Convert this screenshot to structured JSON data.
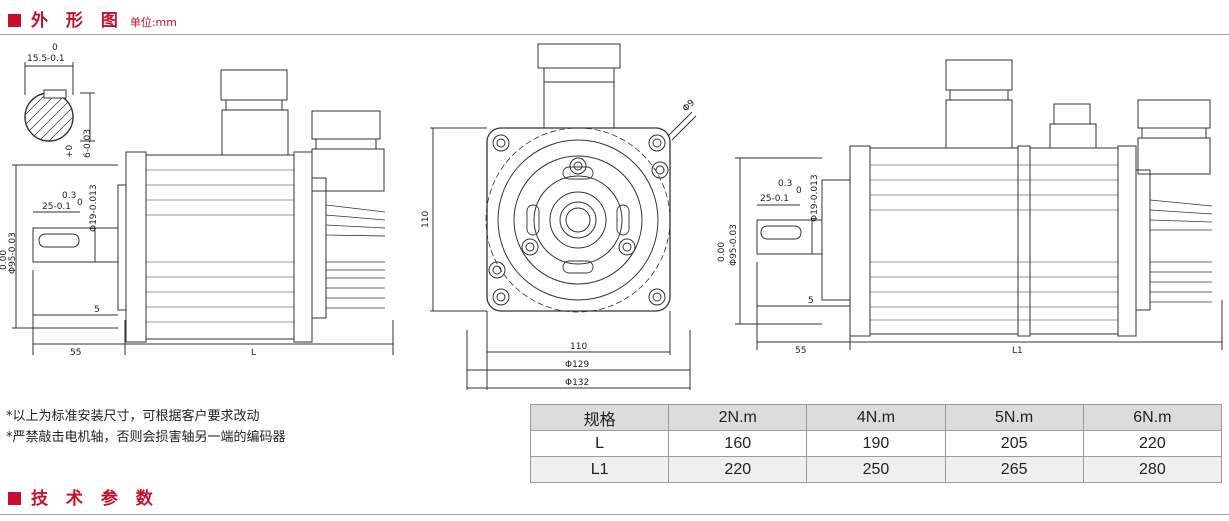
{
  "section1": {
    "title": "外 形 图",
    "unit": "单位:mm"
  },
  "section2": {
    "title": "技 术 参 数"
  },
  "notes": [
    "*以上为标准安装尺寸，可根据客户要求改动",
    "*严禁敲击电机轴，否则会损害轴另一端的编码器"
  ],
  "dims": {
    "shaft_top": "0",
    "key_width": "15.5-0.1",
    "key_height": "6-0.03",
    "key_height_tol": "+0 ",
    "tol_a_top": "0.3",
    "tol_a_zero": "0",
    "key_len": "25-0.1",
    "shaft_dia": "Φ19-0.013",
    "flange_tol_zero": "0.00",
    "flange_dia": "Φ95-0.03",
    "step": "5",
    "shaft_len": "55",
    "body_len": "L",
    "body_len_long": "L1",
    "height": "110",
    "width": "110",
    "pcd": "Φ129",
    "outer": "Φ132",
    "hole": "Φ9"
  },
  "spec_table": {
    "headers": [
      "规格",
      "2N.m",
      "4N.m",
      "5N.m",
      "6N.m"
    ],
    "rows": [
      [
        "L",
        "160",
        "190",
        "205",
        "220"
      ],
      [
        "L1",
        "220",
        "250",
        "265",
        "280"
      ]
    ]
  },
  "colors": {
    "accent": "#c8102e",
    "line": "#9aa0a6"
  }
}
